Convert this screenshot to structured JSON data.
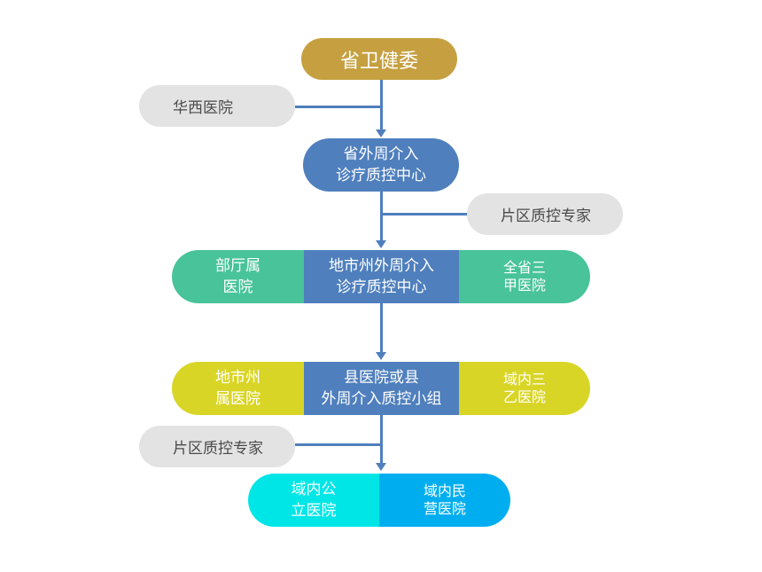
{
  "nodes": {
    "top": "省卫健委",
    "huaxi": "华西医院",
    "province_center": "省外周介入\n诊疗质控中心",
    "region_expert_1": "片区质控专家",
    "dept_hospital": "部厅属\n医院",
    "city_center": "地市州外周介入\n诊疗质控中心",
    "tier3a": "全省三\n甲医院",
    "city_hospital": "地市州\n属医院",
    "county_group": "县医院或县\n外周介入质控小组",
    "tier3b": "域内三\n乙医院",
    "region_expert_2": "片区质控专家",
    "public_hospital": "域内公\n立医院",
    "private_hospital": "域内民\n营医院"
  },
  "colors": {
    "gold": "#c6a040",
    "blue": "#4f7fbd",
    "gray": "#e3e3e3",
    "green": "#48c39a",
    "yellow": "#d9d526",
    "cyan": "#00e6e6",
    "sky": "#00aef0"
  }
}
